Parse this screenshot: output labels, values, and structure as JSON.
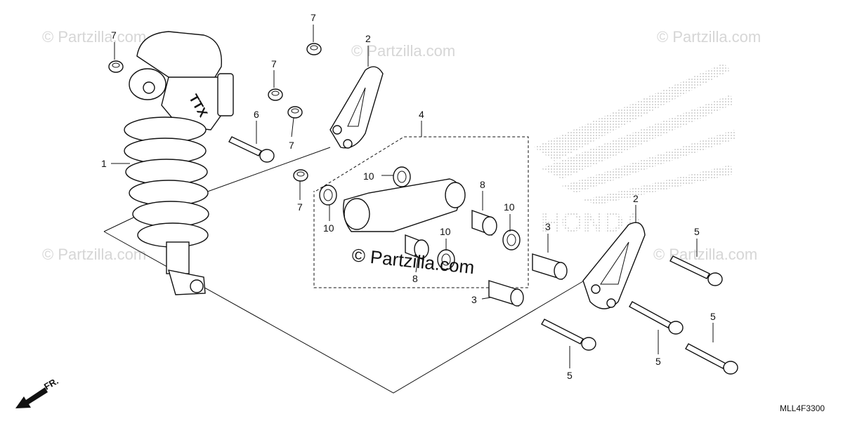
{
  "watermarks": {
    "small_text": "© Partzilla.com",
    "center_text": "© Partzilla.com"
  },
  "diagram_code": "MLL4F3300",
  "direction_label": "FR.",
  "emblem_text": "HONDA",
  "shock_logo": "TTX",
  "callouts": {
    "c1": "1",
    "c2a": "2",
    "c2b": "2",
    "c3a": "3",
    "c3b": "3",
    "c4": "4",
    "c5a": "5",
    "c5b": "5",
    "c5c": "5",
    "c5d": "5",
    "c6": "6",
    "c7a": "7",
    "c7b": "7",
    "c7c": "7",
    "c7d": "7",
    "c7e": "7",
    "c8a": "8",
    "c8b": "8",
    "c10a": "10",
    "c10b": "10",
    "c10c": "10",
    "c10d": "10"
  }
}
